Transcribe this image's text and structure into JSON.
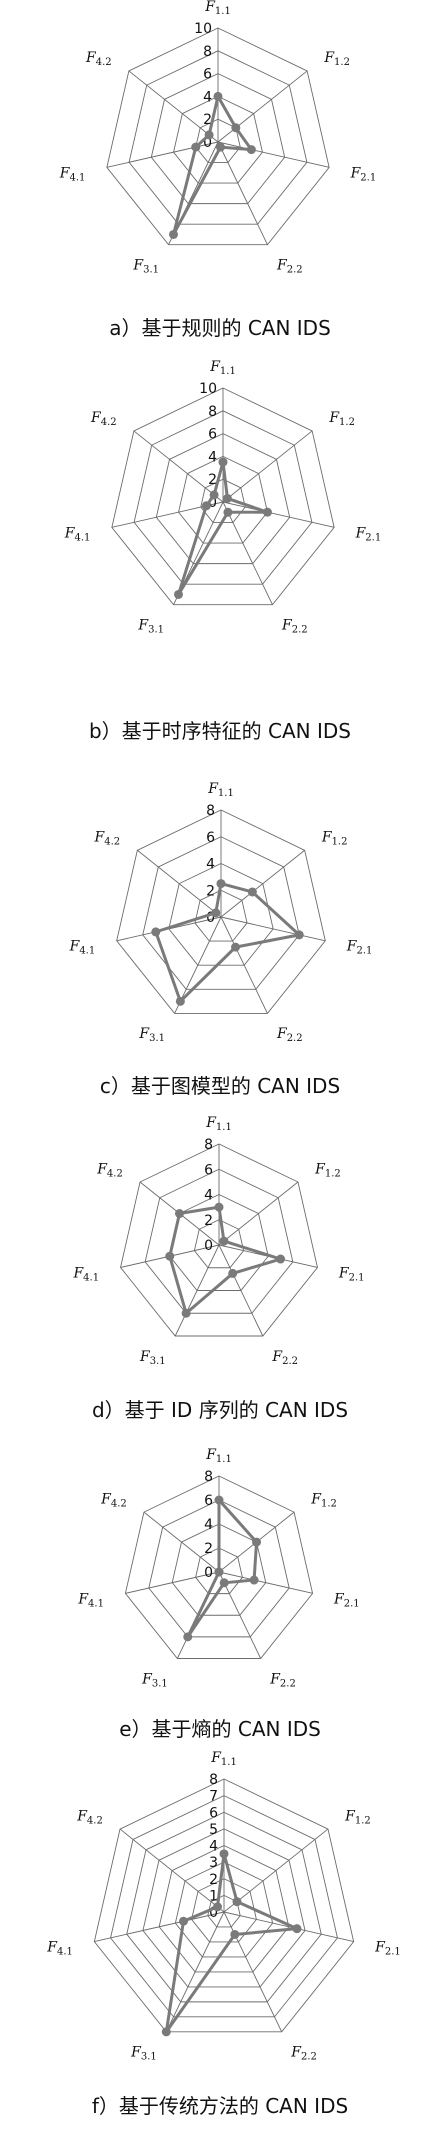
{
  "chart_data": [
    {
      "type": "radar",
      "caption": "a）基于规则的 CAN IDS",
      "axes": [
        "F1.1",
        "F1.2",
        "F2.1",
        "F2.2",
        "F3.1",
        "F4.1",
        "F4.2"
      ],
      "ticks": [
        0,
        2,
        4,
        6,
        8,
        10
      ],
      "rmax": 10,
      "values": [
        4,
        2,
        3,
        0.5,
        9,
        2,
        1
      ]
    },
    {
      "type": "radar",
      "caption": "b）基于时序特征的 CAN IDS",
      "axes": [
        "F1.1",
        "F1.2",
        "F2.1",
        "F2.2",
        "F3.1",
        "F4.1",
        "F4.2"
      ],
      "ticks": [
        0,
        2,
        4,
        6,
        8,
        10
      ],
      "rmax": 10,
      "values": [
        3.5,
        0.5,
        4,
        1,
        9,
        1.5,
        1
      ]
    },
    {
      "type": "radar",
      "caption": "c）基于图模型的 CAN IDS",
      "axes": [
        "F1.1",
        "F1.2",
        "F2.1",
        "F2.2",
        "F3.1",
        "F4.1",
        "F4.2"
      ],
      "ticks": [
        0,
        2,
        4,
        6,
        8
      ],
      "rmax": 8,
      "values": [
        2.5,
        3,
        6,
        2.5,
        7,
        5,
        0.5
      ]
    },
    {
      "type": "radar",
      "caption": "d）基于 ID 序列的 CAN IDS",
      "axes": [
        "F1.1",
        "F1.2",
        "F2.1",
        "F2.2",
        "F3.1",
        "F4.1",
        "F4.2"
      ],
      "ticks": [
        0,
        2,
        4,
        6,
        8
      ],
      "rmax": 8,
      "values": [
        3,
        0.5,
        5,
        2.5,
        6,
        4,
        4
      ]
    },
    {
      "type": "radar",
      "caption": "e）基于熵的 CAN IDS",
      "axes": [
        "F1.1",
        "F1.2",
        "F2.1",
        "F2.2",
        "F3.1",
        "F4.1",
        "F4.2"
      ],
      "ticks": [
        0,
        2,
        4,
        6,
        8
      ],
      "rmax": 8,
      "values": [
        6,
        4,
        3,
        1,
        6,
        0,
        0
      ]
    },
    {
      "type": "radar",
      "caption": "f）基于传统方法的 CAN IDS",
      "axes": [
        "F1.1",
        "F1.2",
        "F2.1",
        "F2.2",
        "F3.1",
        "F4.1",
        "F4.2"
      ],
      "ticks": [
        0,
        1,
        2,
        3,
        4,
        5,
        6,
        7,
        8
      ],
      "rmax": 8,
      "values": [
        3.5,
        1,
        4.5,
        1.5,
        8,
        2.5,
        0.5
      ]
    }
  ]
}
